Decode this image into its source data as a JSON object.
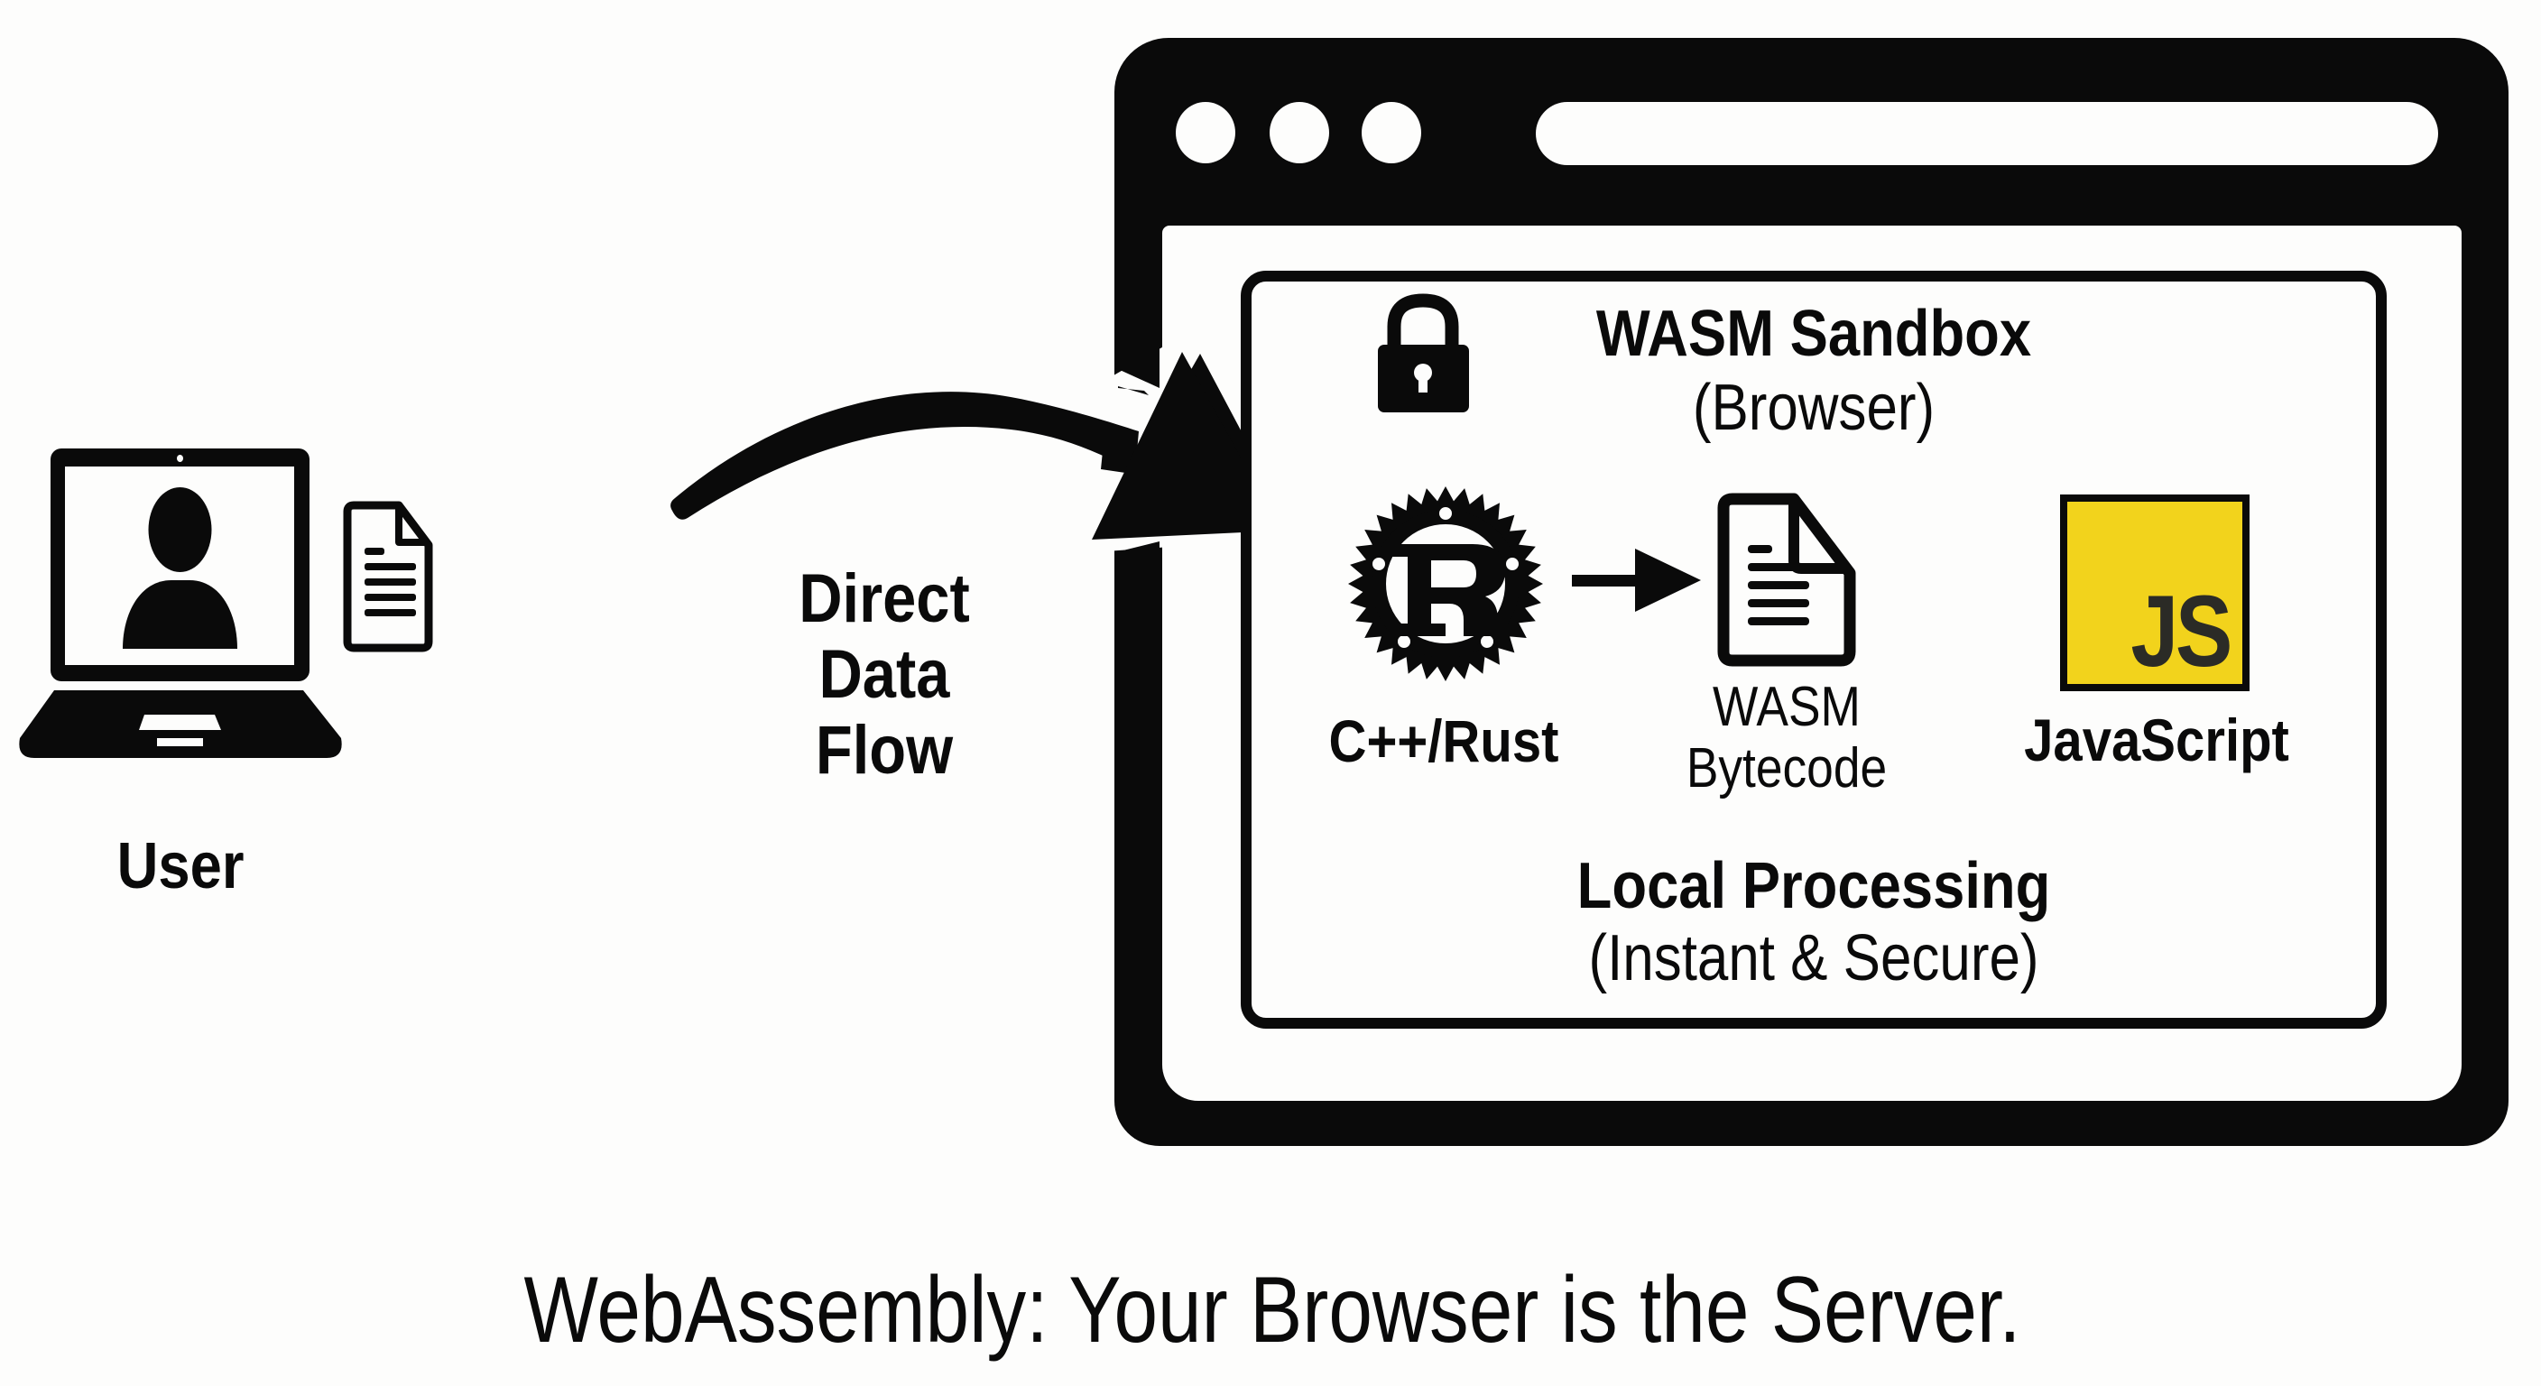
{
  "user": {
    "label": "User"
  },
  "flow": {
    "label_lines": [
      "Direct",
      "Data",
      "Flow"
    ]
  },
  "sandbox": {
    "title": "WASM Sandbox",
    "subtitle": "(Browser)",
    "components": [
      {
        "id": "source",
        "label": "C++/Rust",
        "icon": "rust-logo-icon"
      },
      {
        "id": "bytecode",
        "label_lines": [
          "WASM",
          "Bytecode"
        ],
        "icon": "document-icon"
      },
      {
        "id": "javascript",
        "label": "JavaScript",
        "icon": "js-logo-icon",
        "logo_text": "JS"
      }
    ],
    "footer_title": "Local Processing",
    "footer_subtitle": "(Instant & Secure)"
  },
  "caption": "WebAssembly: Your Browser is the Server.",
  "colors": {
    "ink": "#0a0a0a",
    "background": "#fdfdfc",
    "js_yellow": "#f2d31c",
    "js_text": "#2b2b26"
  }
}
